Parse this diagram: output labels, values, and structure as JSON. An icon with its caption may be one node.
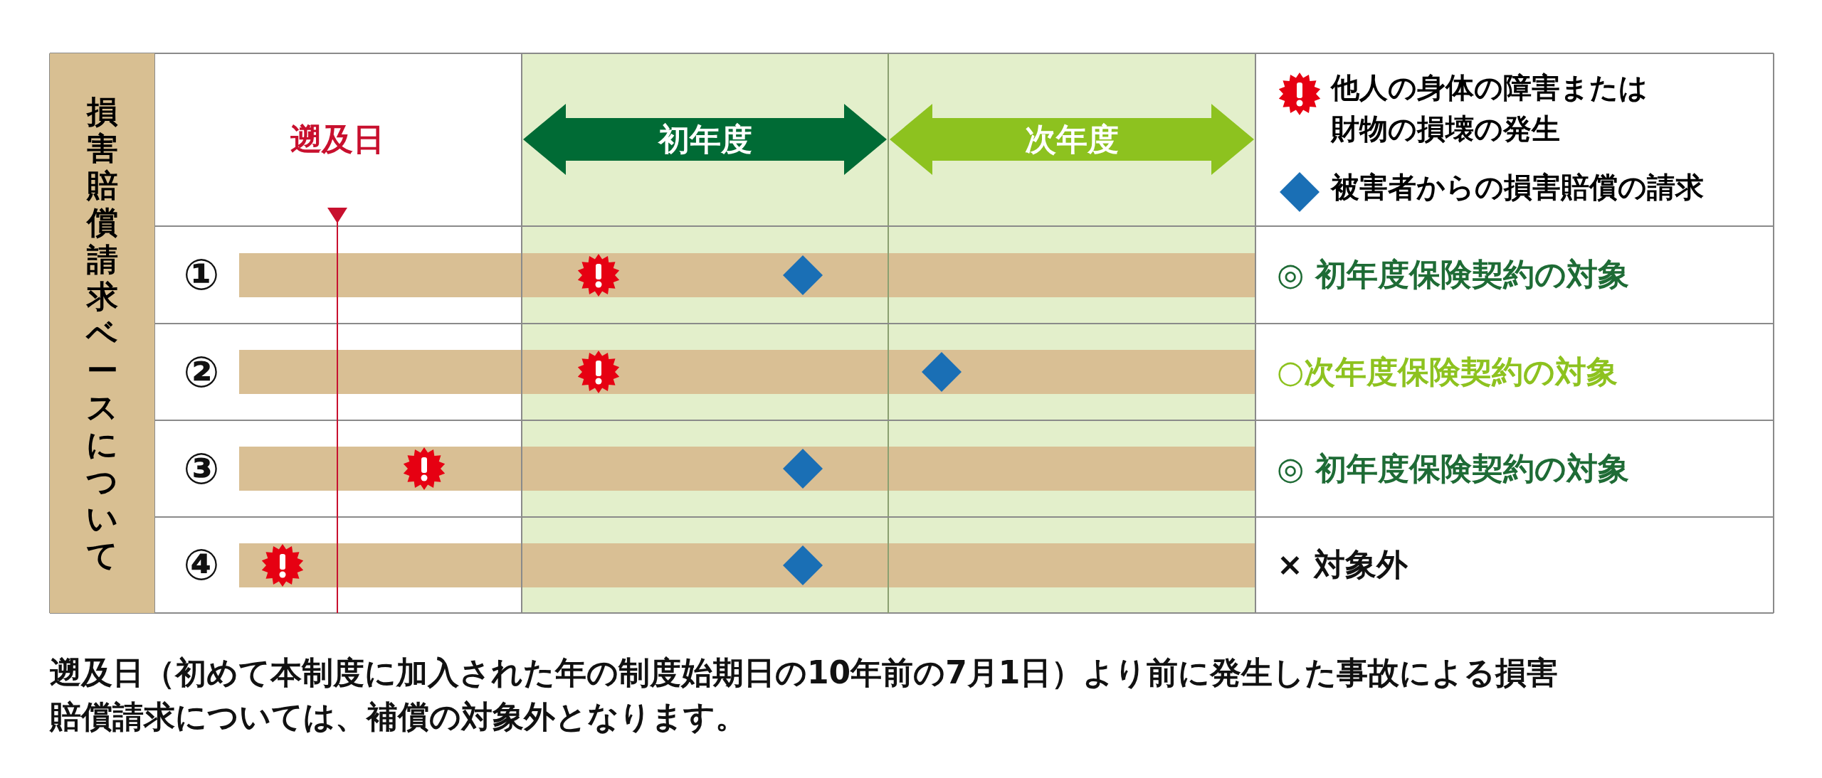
{
  "diagram": {
    "caption": "遡及日（初めて本制度に加入された年の制度始期日の10年前の7月1日）より前に発生した事故による損害賠償請求については、補償の対象外となります。",
    "nodes": [
      {
        "text": [
          "損害賠償請求ベースについて"
        ]
      },
      {
        "text": [
          "初年度"
        ]
      },
      {
        "text": [
          "次年度"
        ]
      }
    ],
    "edges": [],
    "labels": [
      "遡及日",
      "①",
      "◎ 初年度保険契約の対象",
      "②",
      "○次年度保険契約の対象",
      "③",
      "◎ 初年度保険契約の対象",
      "④",
      "× 対象外"
    ],
    "legend": [
      {
        "text": "他人の身体の障害または財物の損壊の発生"
      },
      {
        "text": "被害者からの損害賠償の請求"
      }
    ]
  }
}
